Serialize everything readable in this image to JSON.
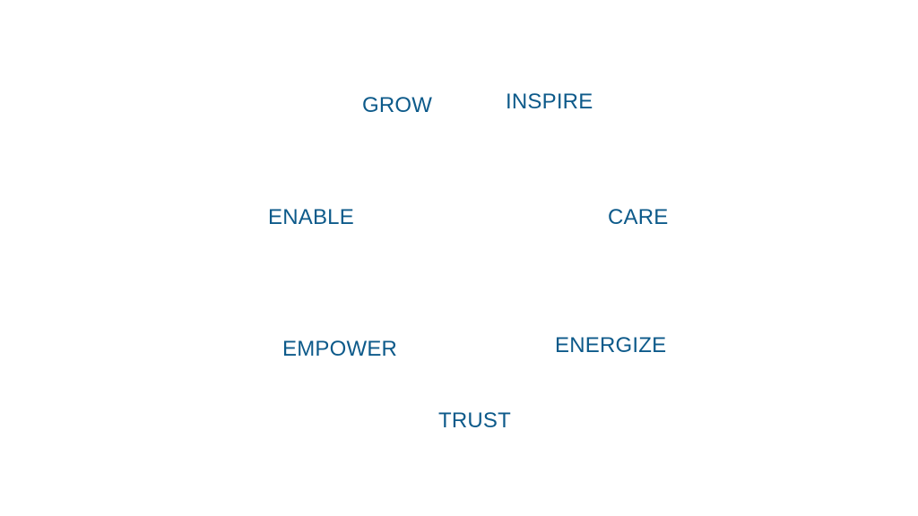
{
  "colors": {
    "background": "#ffffff",
    "text": "#0d5a8a"
  },
  "words": {
    "grow": "GROW",
    "inspire": "INSPIRE",
    "enable": "ENABLE",
    "care": "CARE",
    "empower": "EMPOWER",
    "energize": "ENERGIZE",
    "trust": "TRUST"
  }
}
